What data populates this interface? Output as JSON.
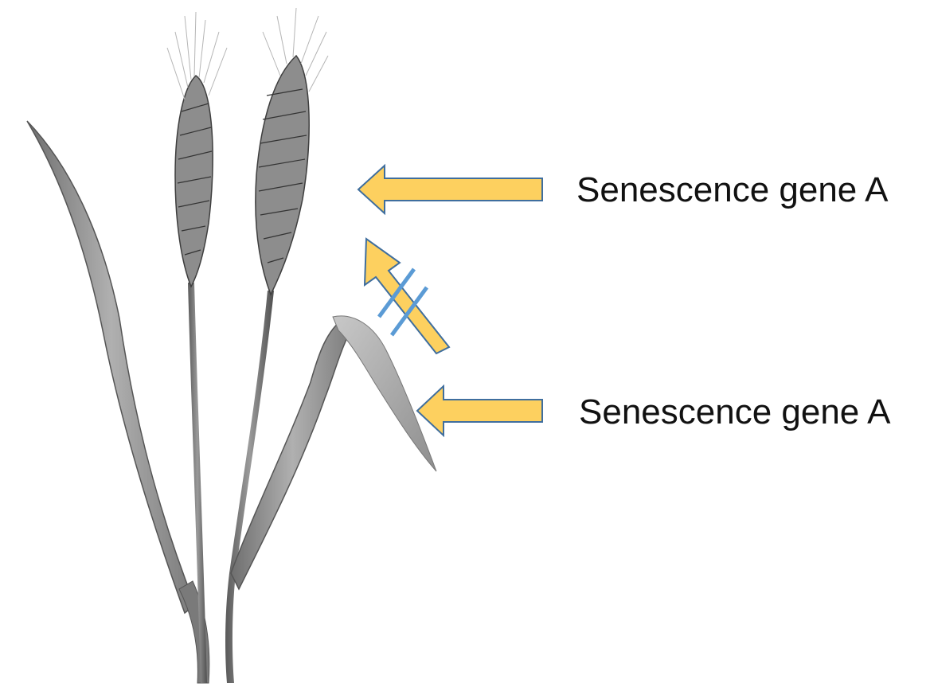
{
  "labels": {
    "top": "Senescence gene A",
    "bottom": "Senescence gene A"
  },
  "colors": {
    "arrow_fill": "#fdd05f",
    "arrow_stroke": "#3f6e9e",
    "block_mark": "#5b9bd5",
    "plant_dark": "#4a4a4a",
    "plant_mid": "#8a8a8a",
    "plant_light": "#c4c4c4"
  },
  "icons": {
    "plant": "wheat-plant-illustration",
    "arrow_to_ear": "left-arrow",
    "arrow_to_leaf": "left-arrow",
    "blocked_transport": "diagonal-arrow-with-block-mark"
  }
}
